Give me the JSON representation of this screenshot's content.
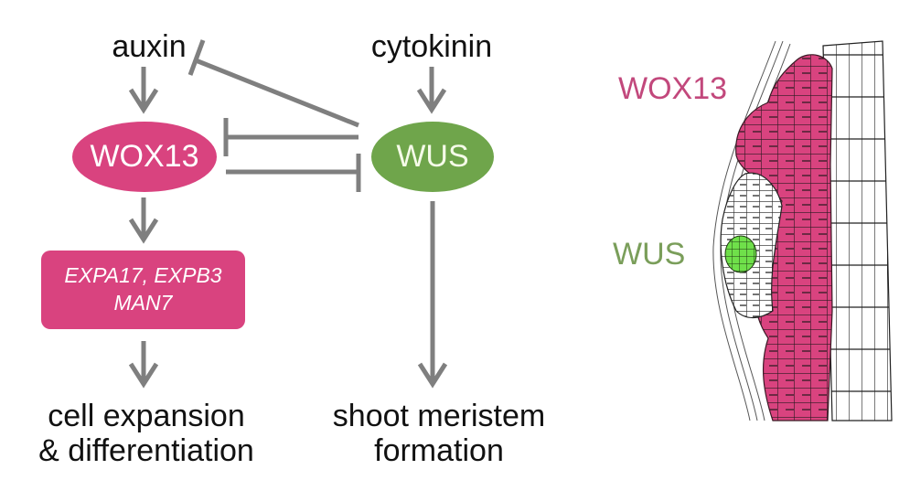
{
  "colors": {
    "wox13": "#d9437f",
    "wus": "#6fa54b",
    "wus_cells": "#6fe04a",
    "arrow": "#7f7f7f",
    "text": "#111111"
  },
  "pathway": {
    "auxin": "auxin",
    "cytokinin": "cytokinin",
    "wox13_node": "WOX13",
    "wus_node": "WUS",
    "targets_line1": "EXPA17, EXPB3",
    "targets_line2": "MAN7",
    "outcome_left_line1": "cell expansion",
    "outcome_left_line2": "& differentiation",
    "outcome_right_line1": "shoot meristem",
    "outcome_right_line2": "formation"
  },
  "edges": [
    {
      "from": "auxin",
      "to": "WOX13",
      "type": "activation"
    },
    {
      "from": "WUS",
      "to": "auxin",
      "type": "inhibition"
    },
    {
      "from": "WUS",
      "to": "WOX13",
      "type": "inhibition"
    },
    {
      "from": "WOX13",
      "to": "WUS",
      "type": "inhibition"
    },
    {
      "from": "cytokinin",
      "to": "WUS",
      "type": "activation"
    },
    {
      "from": "WOX13",
      "to": "EXPA17, EXPB3, MAN7",
      "type": "activation"
    },
    {
      "from": "EXPA17, EXPB3, MAN7",
      "to": "cell expansion & differentiation",
      "type": "activation"
    },
    {
      "from": "WUS",
      "to": "shoot meristem formation",
      "type": "activation"
    }
  ],
  "illustration": {
    "wox13_label": "WOX13",
    "wus_label": "WUS"
  }
}
